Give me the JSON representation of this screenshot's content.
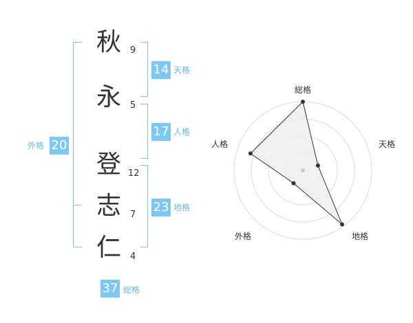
{
  "name": {
    "chars": [
      {
        "char": "秋",
        "strokes": "9"
      },
      {
        "char": "永",
        "strokes": "5"
      },
      {
        "char": "登",
        "strokes": "12"
      },
      {
        "char": "志",
        "strokes": "7"
      },
      {
        "char": "仁",
        "strokes": "4"
      }
    ]
  },
  "kaku": {
    "tenkaku": {
      "value": "14",
      "label": "天格"
    },
    "jinkaku": {
      "value": "17",
      "label": "人格"
    },
    "chikaku": {
      "value": "23",
      "label": "地格"
    },
    "gaikaku": {
      "value": "20",
      "label": "外格"
    },
    "soukaku": {
      "value": "37",
      "label": "総格"
    }
  },
  "colors": {
    "accent": "#7cc8f3",
    "bracket": "#7cc2e8",
    "grid": "#dddddd",
    "fill": "#eeeeee"
  },
  "chart_data": {
    "type": "radar",
    "axes": [
      "総格",
      "天格",
      "地格",
      "外格",
      "人格"
    ],
    "rings": 4,
    "values": [
      1.0,
      0.23,
      0.97,
      0.23,
      0.8
    ]
  }
}
